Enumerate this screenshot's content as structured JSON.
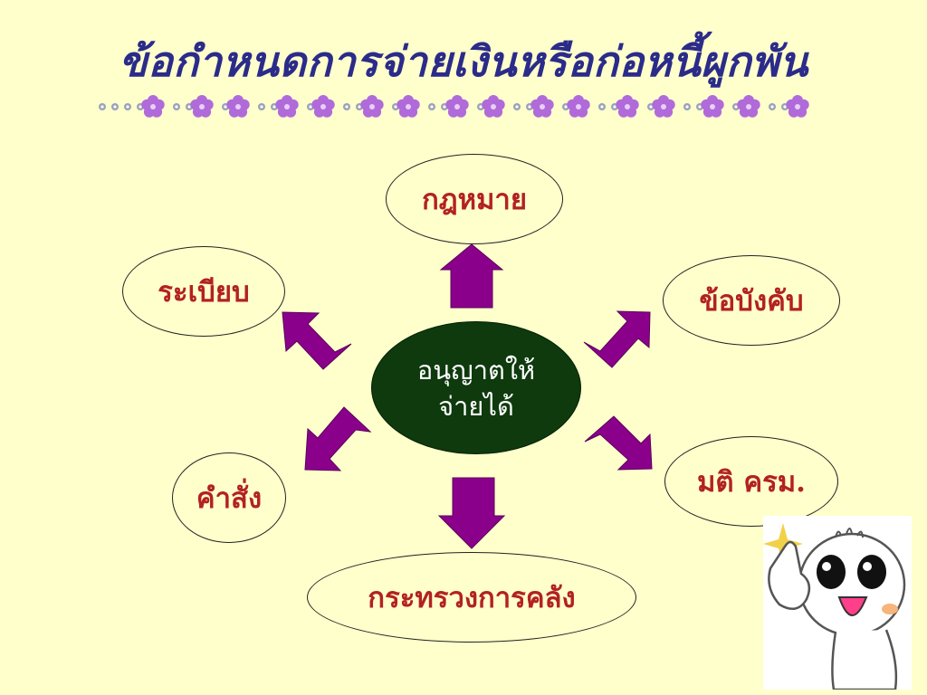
{
  "title": "ข้อกำหนดการจ่ายเงินหรือก่อหนี้ผูกพัน",
  "center": {
    "line1": "อนุญาตให้",
    "line2": "จ่ายได้"
  },
  "nodes": {
    "top": "กฎหมาย",
    "upper_right": "ข้อบังคับ",
    "lower_right": "มติ ครม.",
    "bottom": "กระทรวงการคลัง",
    "lower_left": "คำสั่ง",
    "upper_left": "ระเบียบ"
  },
  "colors": {
    "background": "#ffffcc",
    "title": "#2b2b8a",
    "node_text": "#b22222",
    "center_fill": "#0e3a0e",
    "arrow_fill": "#8b008b"
  },
  "icons": {
    "divider": "flower-divider",
    "mascot": "pointing-cartoon-mascot"
  }
}
